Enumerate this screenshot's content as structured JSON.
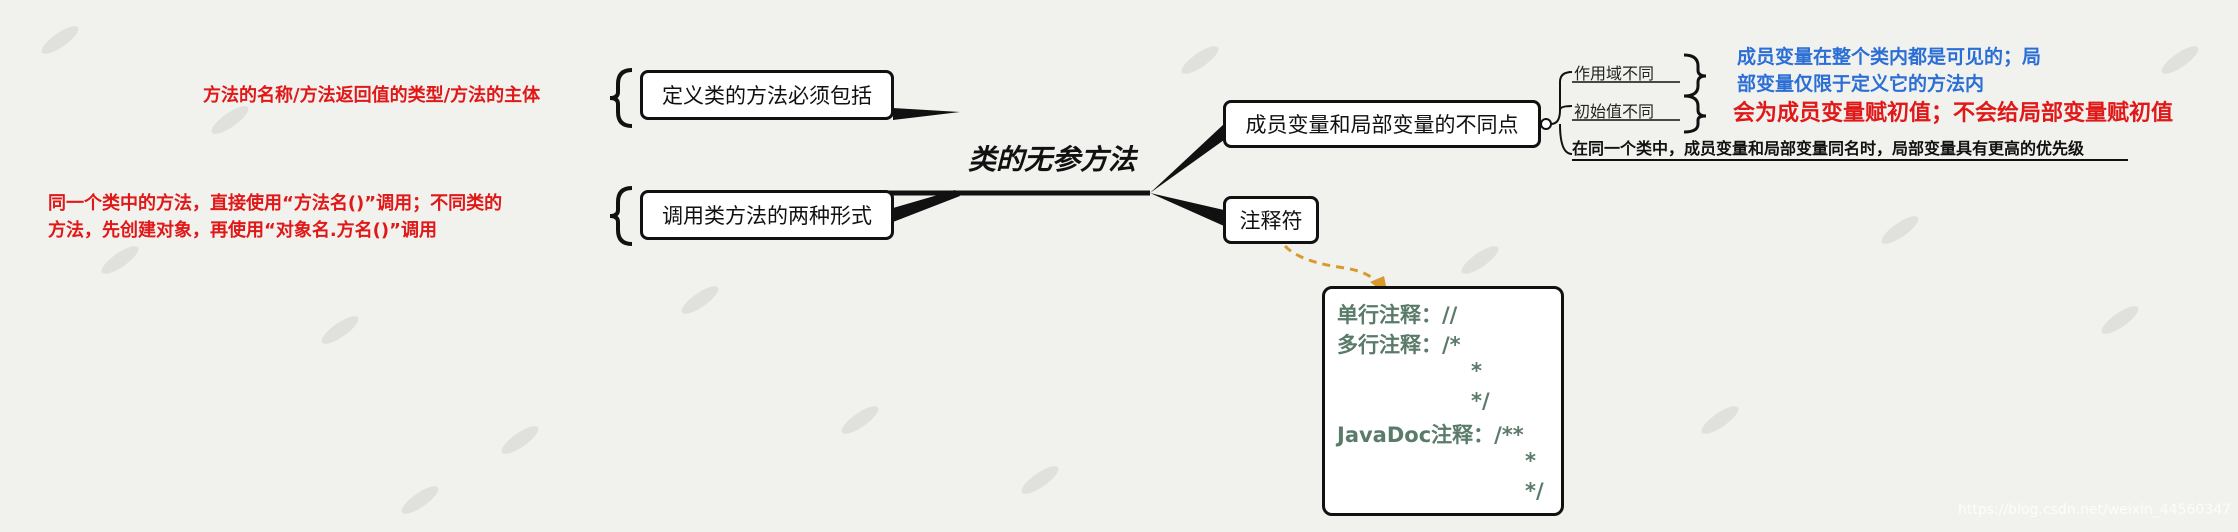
{
  "center_title": "类的无参方法",
  "left_branches": [
    {
      "label": "定义类的方法必须包括",
      "detail_lines": [
        "方法的名称/方法返回值的类型/方法的主体"
      ]
    },
    {
      "label": "调用类方法的两种形式",
      "detail_lines": [
        "同一个类中的方法，直接使用“方法名()”调用；不同类的",
        "方法，先创建对象，再使用“对象名.方名()”调用"
      ]
    }
  ],
  "right_branches": {
    "difference": {
      "label": "成员变量和局部变量的不同点",
      "scope_label": "作用域不同",
      "init_label": "初始值不同",
      "scope_detail": [
        "成员变量在整个类内都是可见的；局",
        "部变量仅限于定义它的方法内"
      ],
      "init_detail": "会为成员变量赋初值；不会给局部变量赋初值",
      "priority_note": "在同一个类中，成员变量和局部变量同名时，局部变量具有更高的优先级"
    },
    "comment": {
      "label": "注释符",
      "lines": [
        "单行注释：//",
        "多行注释：/*",
        "*",
        "*/",
        "JavaDoc注释：/**",
        "*",
        "*/"
      ]
    }
  },
  "watermark": "https://blog.csdn.net/weixin_44560347",
  "colors": {
    "background": "#f1f1ee",
    "red": "#e01818",
    "blue": "#2b6fd6",
    "comment_green": "#5a7a6a",
    "arrow_orange": "#d89a2c"
  }
}
